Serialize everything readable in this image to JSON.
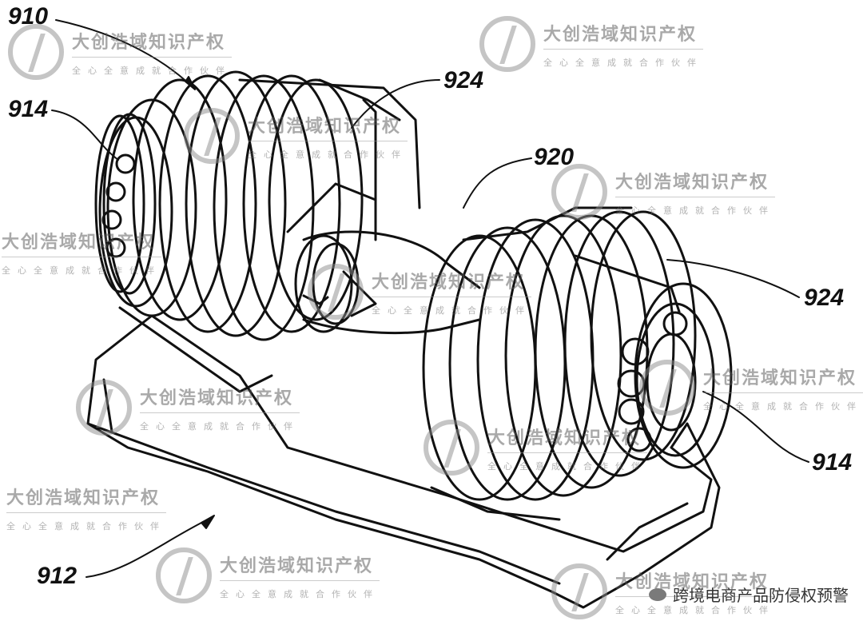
{
  "figure": {
    "labels": {
      "dumbbell_assembly": "910",
      "base_cradle": "912",
      "selector_dial_left": "914",
      "selector_dial_right": "914",
      "weight_plates_left": "924",
      "weight_plates_right": "924",
      "handle": "920"
    }
  },
  "watermark": {
    "main_text": "大创浩域知识产权",
    "sub_text": "全心全意成就合作伙伴",
    "logo_icon": "lightning-circle-logo-icon",
    "color": "#8c8c8c"
  },
  "brand": {
    "text": "跨境电商产品防侵权预警",
    "icon": "wechat-icon"
  }
}
